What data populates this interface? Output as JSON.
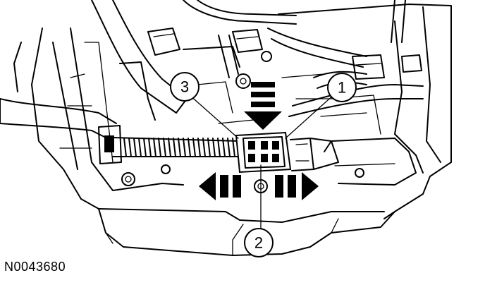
{
  "figure": {
    "reference_code": "N0043680",
    "callouts": [
      {
        "id": 1,
        "label": "1"
      },
      {
        "id": 2,
        "label": "2"
      },
      {
        "id": 3,
        "label": "3"
      }
    ],
    "arrows": [
      {
        "direction": "down",
        "style": "dashed-solid"
      },
      {
        "direction": "left",
        "style": "dashed-solid"
      },
      {
        "direction": "right",
        "style": "dashed-solid"
      }
    ],
    "colors": {
      "ink": "#000000",
      "background": "#ffffff"
    }
  }
}
